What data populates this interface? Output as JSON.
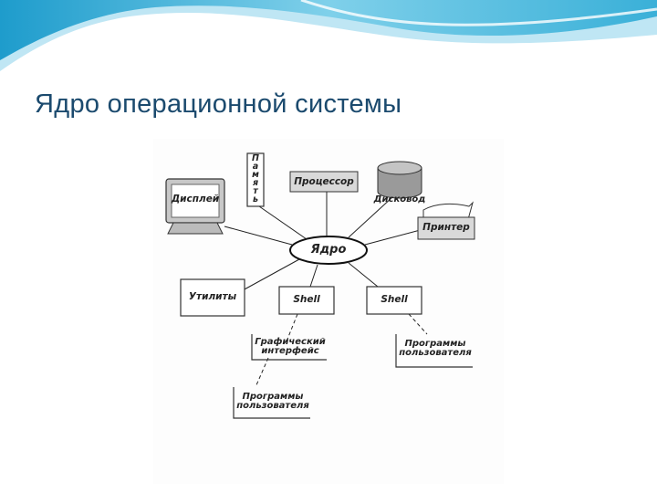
{
  "slide": {
    "title": "Ядро операционной системы",
    "accent_color": "#3ab0d8"
  },
  "diagram": {
    "center": "Ядро",
    "nodes": {
      "display": "Дисплей",
      "memory": "Память",
      "cpu": "Процессор",
      "disk": "Дисковод",
      "printer": "Принтер",
      "utilities": "Утилиты",
      "shell_1": "Shell",
      "shell_2": "Shell",
      "gui": "Графический интерфейс",
      "user_programs_1": "Программы пользователя",
      "user_programs_2": "Программы пользователя"
    },
    "memory_letters": [
      "П",
      "а",
      "м",
      "я",
      "т",
      "ь"
    ],
    "gui_lines": [
      "Графический",
      "интерфейс"
    ],
    "user_programs_lines": [
      "Программы",
      "пользователя"
    ]
  }
}
